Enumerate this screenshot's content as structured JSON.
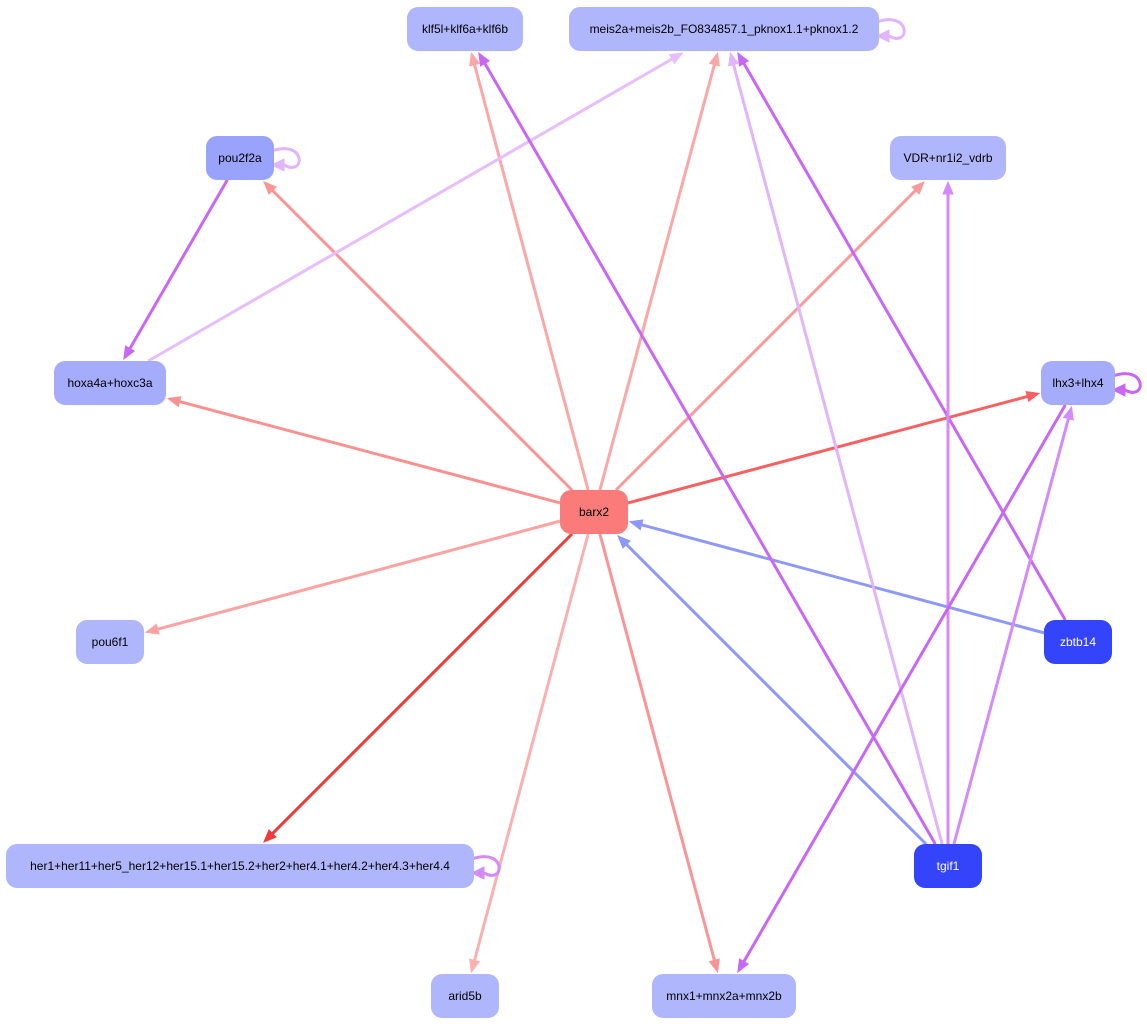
{
  "nodes": [
    {
      "id": "klf5l",
      "label": "klf5l+klf6a+klf6b",
      "fill": "#b0b6fb",
      "text": "#000000"
    },
    {
      "id": "meis",
      "label": "meis2a+meis2b_FO834857.1_pknox1.1+pknox1.2",
      "fill": "#b0b6fb",
      "text": "#000000"
    },
    {
      "id": "pou2f2a",
      "label": "pou2f2a",
      "fill": "#9aa3fb",
      "text": "#000000"
    },
    {
      "id": "vdr",
      "label": "VDR+nr1i2_vdrb",
      "fill": "#b0b6fb",
      "text": "#000000"
    },
    {
      "id": "hoxa4a",
      "label": "hoxa4a+hoxc3a",
      "fill": "#a4acfb",
      "text": "#000000"
    },
    {
      "id": "lhx3",
      "label": "lhx3+lhx4",
      "fill": "#a4acfb",
      "text": "#000000"
    },
    {
      "id": "barx2",
      "label": "barx2",
      "fill": "#fb7b7b",
      "text": "#000000"
    },
    {
      "id": "pou6f1",
      "label": "pou6f1",
      "fill": "#b0b6fb",
      "text": "#000000"
    },
    {
      "id": "zbtb14",
      "label": "zbtb14",
      "fill": "#3344fb",
      "text": "#ffffff"
    },
    {
      "id": "her",
      "label": "her1+her11+her5_her12+her15.1+her15.2+her2+her4.1+her4.2+her4.3+her4.4",
      "fill": "#b0b6fb",
      "text": "#000000"
    },
    {
      "id": "tgif1",
      "label": "tgif1",
      "fill": "#3344fb",
      "text": "#ffffff"
    },
    {
      "id": "arid5b",
      "label": "arid5b",
      "fill": "#b0b6fb",
      "text": "#000000"
    },
    {
      "id": "mnx1",
      "label": "mnx1+mnx2a+mnx2b",
      "fill": "#b0b6fb",
      "text": "#000000"
    }
  ],
  "edges": [
    {
      "from": "barx2",
      "to": "klf5l",
      "color": "#fba7a7"
    },
    {
      "from": "barx2",
      "to": "meis",
      "color": "#fba7a7"
    },
    {
      "from": "barx2",
      "to": "pou2f2a",
      "color": "#fb9595"
    },
    {
      "from": "barx2",
      "to": "vdr",
      "color": "#fb9a9a"
    },
    {
      "from": "barx2",
      "to": "hoxa4a",
      "color": "#fb9090"
    },
    {
      "from": "barx2",
      "to": "lhx3",
      "color": "#f76060"
    },
    {
      "from": "barx2",
      "to": "pou6f1",
      "color": "#fba2a2"
    },
    {
      "from": "barx2",
      "to": "her",
      "color": "#ef3a3a"
    },
    {
      "from": "barx2",
      "to": "arid5b",
      "color": "#fbb0b0"
    },
    {
      "from": "barx2",
      "to": "mnx1",
      "color": "#fb9595"
    },
    {
      "from": "pou2f2a",
      "to": "hoxa4a",
      "color": "#c867f5"
    },
    {
      "from": "hoxa4a",
      "to": "meis",
      "color": "#e7bdfb"
    },
    {
      "from": "zbtb14",
      "to": "barx2",
      "color": "#8e98f8"
    },
    {
      "from": "zbtb14",
      "to": "meis",
      "color": "#c867f5"
    },
    {
      "from": "tgif1",
      "to": "barx2",
      "color": "#8e98f8"
    },
    {
      "from": "tgif1",
      "to": "klf5l",
      "color": "#c867f5"
    },
    {
      "from": "tgif1",
      "to": "meis",
      "color": "#e2b4fb"
    },
    {
      "from": "tgif1",
      "to": "vdr",
      "color": "#d48af8"
    },
    {
      "from": "tgif1",
      "to": "lhx3",
      "color": "#d48af8"
    },
    {
      "from": "lhx3",
      "to": "mnx1",
      "color": "#c867f5"
    }
  ],
  "self_loops": [
    {
      "node": "meis",
      "color": "#e2b4fb"
    },
    {
      "node": "pou2f2a",
      "color": "#e2b4fb"
    },
    {
      "node": "lhx3",
      "color": "#c867f5"
    },
    {
      "node": "her",
      "color": "#d48af8"
    }
  ]
}
